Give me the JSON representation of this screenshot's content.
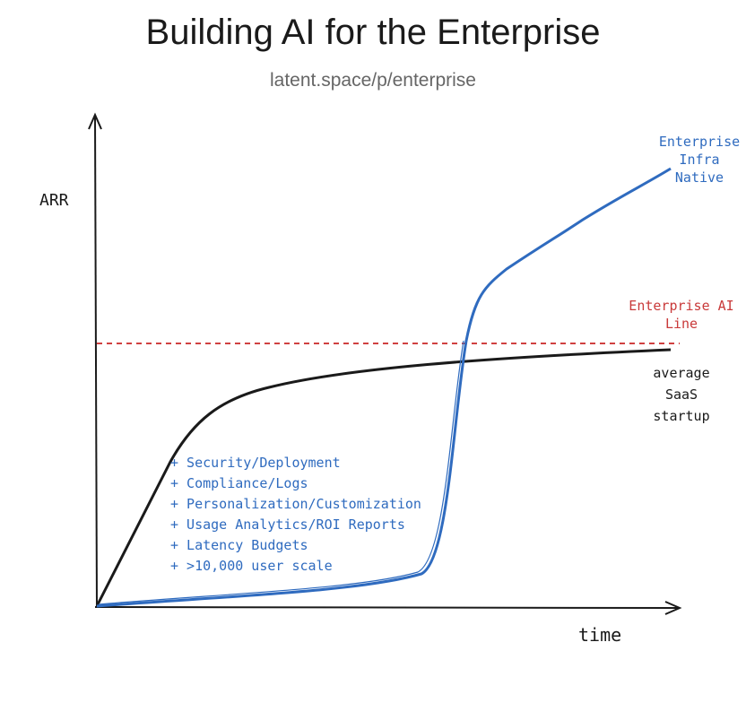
{
  "title": "Building AI for the Enterprise",
  "subtitle": "latent.space/p/enterprise",
  "axes": {
    "y_label": "ARR",
    "x_label": "time"
  },
  "labels": {
    "blue_curve": [
      "Enterprise",
      "Infra",
      "Native"
    ],
    "red_line": [
      "Enterprise AI",
      "Line"
    ],
    "black_curve": [
      "average",
      "SaaS",
      "startup"
    ]
  },
  "bullets": [
    "+ Security/Deployment",
    "+ Compliance/Logs",
    "+ Personalization/Customization",
    "+ Usage Analytics/ROI Reports",
    "+ Latency Budgets",
    "+ >10,000 user scale"
  ],
  "colors": {
    "blue": "#2f6bbf",
    "red": "#c93a3a",
    "black": "#1a1a1a"
  }
}
